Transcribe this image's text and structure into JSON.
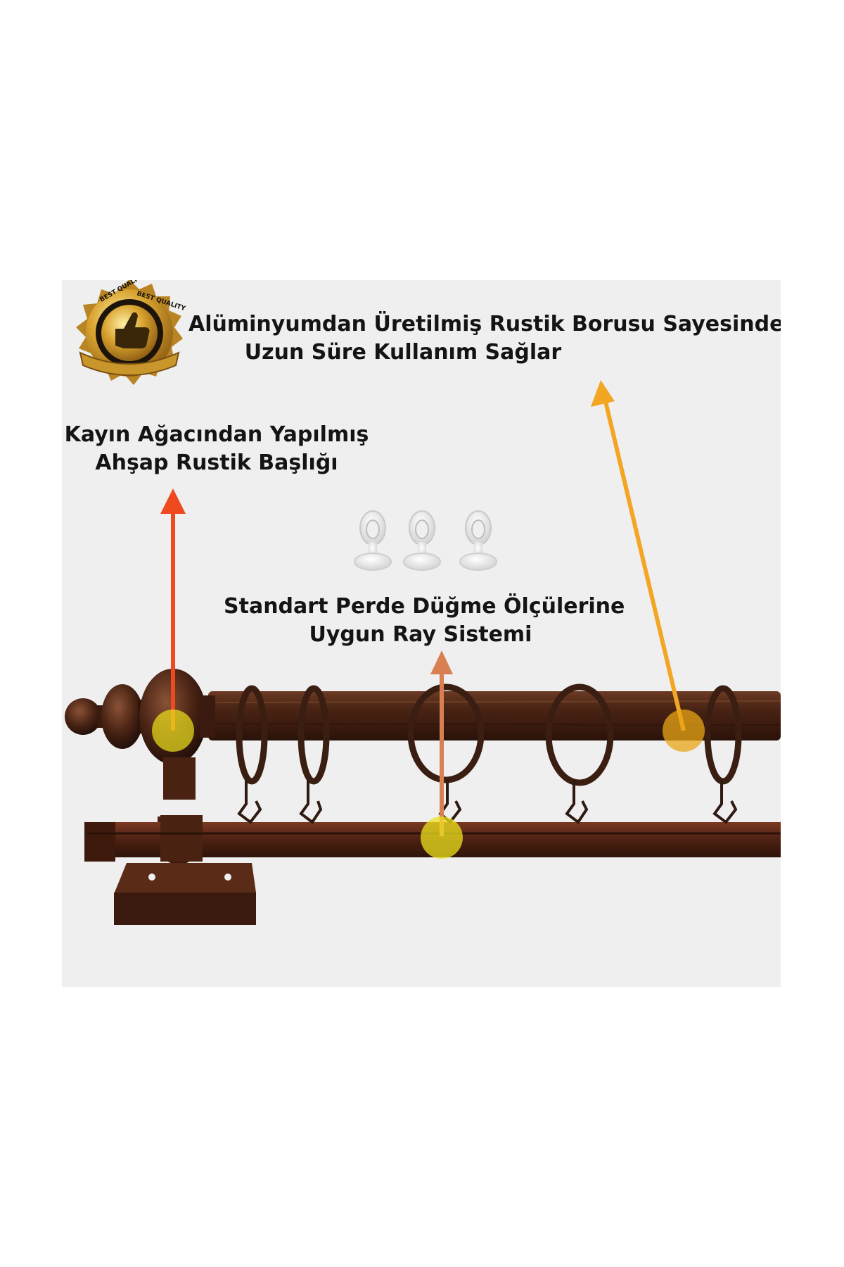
{
  "badge": {
    "ring_text": "BEST QUALITY BEST QUALITY BEST QUALITY",
    "colors": {
      "gold": "#c9962c",
      "dark": "#1a1208"
    }
  },
  "callouts": {
    "aluminum": {
      "line1": "Alüminyumdan Üretilmiş Rustik Borusu Sayesinde",
      "line2": "Uzun Süre Kullanım Sağlar",
      "color": "#f2a623"
    },
    "beech": {
      "line1": "Kayın Ağacından Yapılmış",
      "line2": "Ahşap Rustik Başlığı",
      "color": "#ef4a1d"
    },
    "rail": {
      "line1": "Standart Perde Düğme Ölçülerine",
      "line2": "Uygun Ray Sistemi",
      "color": "#d98052"
    }
  },
  "colors": {
    "panel": "#efefef",
    "wood_dark": "#3b1d10",
    "wood_mid": "#5a2e1a",
    "wood_light": "#7a4329",
    "marker_yellow": "#ece21c"
  }
}
